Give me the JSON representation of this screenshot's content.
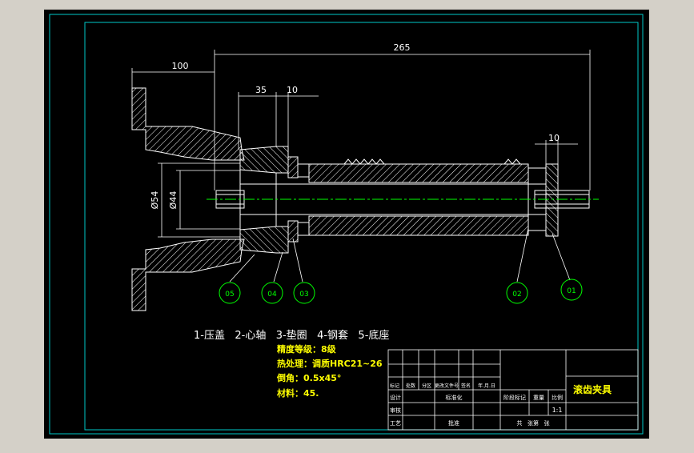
{
  "dimensions": {
    "overall_length": "265",
    "left_offset": "100",
    "width_35": "35",
    "width_10_top": "10",
    "width_10_right": "10",
    "diameter_outer": "Ø54",
    "diameter_inner": "Ø44"
  },
  "balloons": [
    "05",
    "04",
    "03",
    "02",
    "01"
  ],
  "parts_legend": "1-压盖   2-心轴   3-垫圈   4-钢套   5-底座",
  "tech_notes": [
    "精度等级：8级",
    "热处理：调质HRC21~26",
    "倒角：0.5x45°",
    "材料：45."
  ],
  "title_block": {
    "drawing_title": "滚齿夹具",
    "scale": "1:1",
    "header_row": [
      "标记",
      "处数",
      "分区",
      "更改文件号",
      "签名",
      "年.月.日"
    ],
    "design": "设计",
    "standardize": "标准化",
    "check": "审核",
    "process": "工艺",
    "approve": "批准",
    "stage_mark": "阶段标记",
    "weight": "重量",
    "ratio": "比例",
    "sheet": "共   张第   张"
  },
  "colors": {
    "window_bg": "#d4d0c8",
    "canvas": "#000000",
    "frame": "#00c8c8",
    "geometry": "#ffffff",
    "dimension": "#ffffff",
    "balloon": "#00ff00",
    "notes": "#ffff00",
    "center_line": "#00ff00"
  }
}
